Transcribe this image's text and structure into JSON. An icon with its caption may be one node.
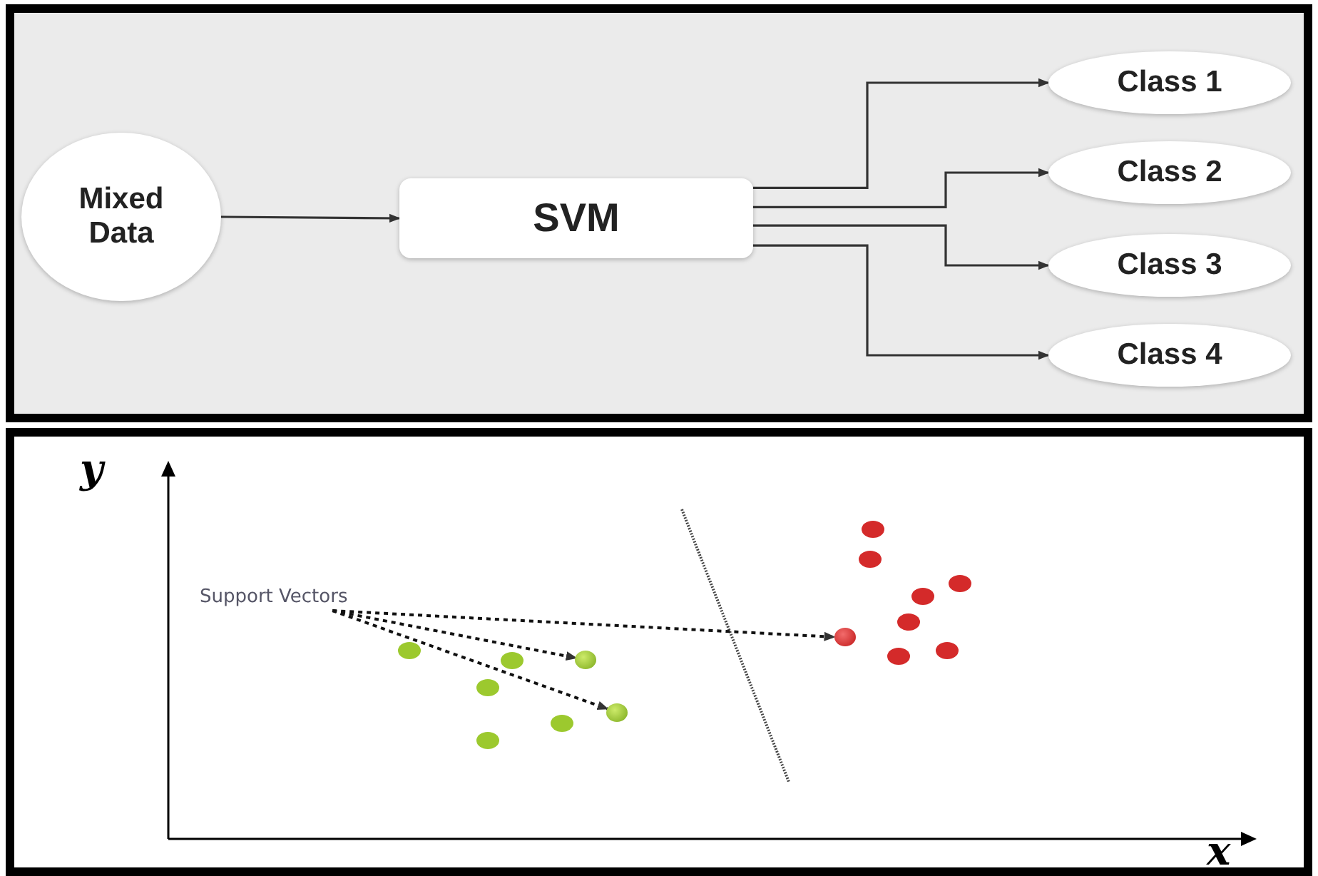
{
  "diagram": {
    "nodes": [
      {
        "text": [
          "Mixed Data"
        ]
      },
      {
        "text": [
          "SVM"
        ]
      },
      {
        "text": [
          "Class 1"
        ]
      },
      {
        "text": [
          "Class 2"
        ]
      },
      {
        "text": [
          "Class 3"
        ]
      },
      {
        "text": [
          "Class 4"
        ]
      },
      {
        "text": [
          "Support Vectors"
        ]
      },
      {
        "text": [],
        "shape": "circle"
      },
      {
        "text": [],
        "shape": "circle"
      },
      {
        "text": [],
        "shape": "circle"
      }
    ],
    "edges": [
      {
        "from": 0,
        "to": 1,
        "arrow": "to"
      },
      {
        "from": 1,
        "to": 2,
        "arrow": "to"
      },
      {
        "from": 1,
        "to": 3,
        "arrow": "to"
      },
      {
        "from": 1,
        "to": 4,
        "arrow": "to"
      },
      {
        "from": 1,
        "to": 5,
        "arrow": "to"
      },
      {
        "from": 6,
        "to": 7,
        "arrow": "to",
        "style": "dashed"
      },
      {
        "from": 6,
        "to": 8,
        "arrow": "to",
        "style": "dashed"
      },
      {
        "from": 6,
        "to": 9,
        "arrow": "to",
        "style": "dashed"
      }
    ],
    "labels": [
      "y",
      "x"
    ]
  }
}
